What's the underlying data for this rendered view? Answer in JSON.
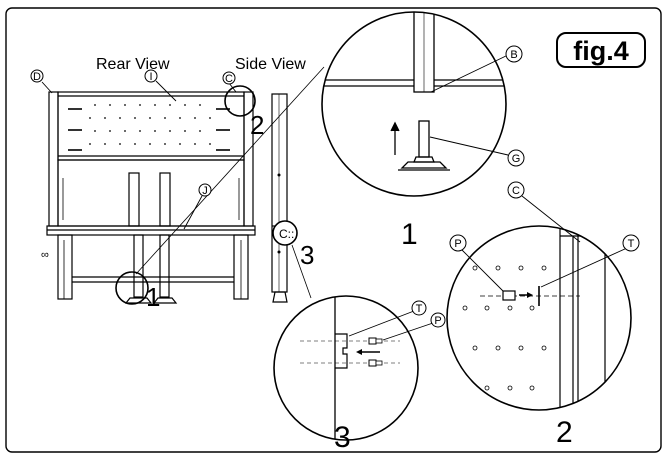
{
  "figure": {
    "label": "fig.4"
  },
  "views": {
    "rear": "Rear View",
    "side": "Side View"
  },
  "callouts": {
    "D": "D",
    "I": "I",
    "C": "C",
    "J": "J",
    "B": "B",
    "G": "G",
    "P": "P",
    "T": "T"
  },
  "steps": {
    "one": "1",
    "two": "2",
    "three": "3"
  }
}
